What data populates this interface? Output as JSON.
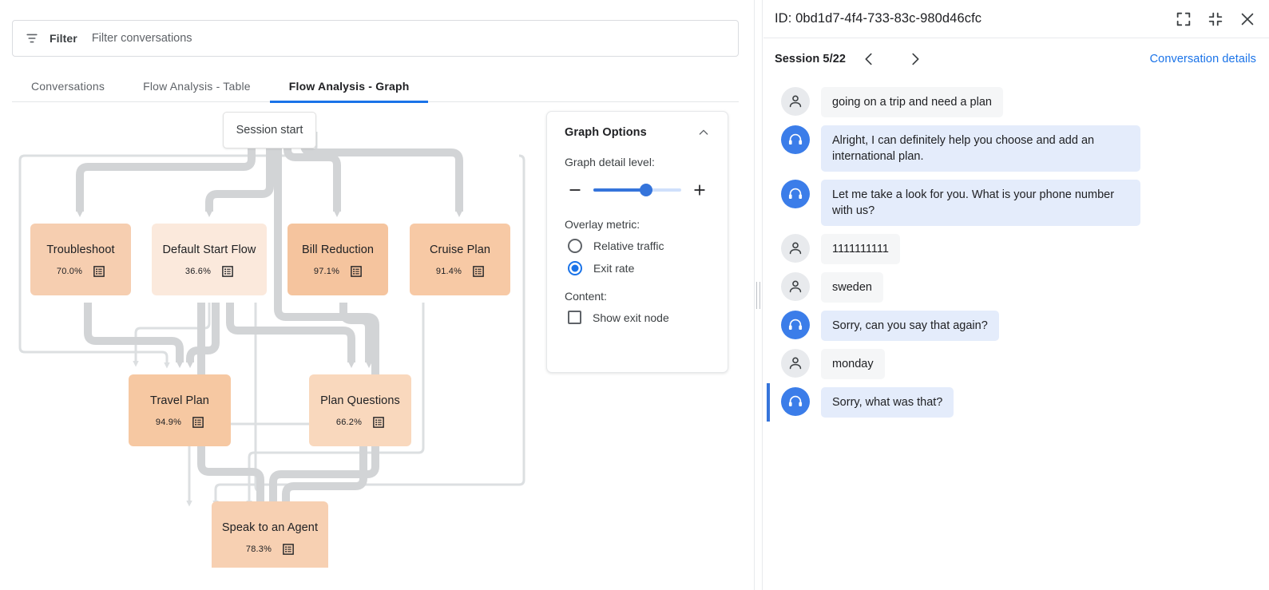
{
  "filter": {
    "icon": "filter-icon",
    "label": "Filter",
    "placeholder": "Filter conversations",
    "value": ""
  },
  "tabs": [
    {
      "label": "Conversations",
      "active": false
    },
    {
      "label": "Flow Analysis - Table",
      "active": false
    },
    {
      "label": "Flow Analysis - Graph",
      "active": true
    }
  ],
  "graph": {
    "session_start_label": "Session start",
    "detail_icon": "list-detail-icon",
    "nodes": [
      {
        "id": "troubleshoot",
        "label": "Troubleshoot",
        "pct": "70.0%",
        "color": "#f6ceb0"
      },
      {
        "id": "default_start",
        "label": "Default Start Flow",
        "pct": "36.6%",
        "color": "#fbe9dc"
      },
      {
        "id": "bill_reduction",
        "label": "Bill Reduction",
        "pct": "97.1%",
        "color": "#f5c49e"
      },
      {
        "id": "cruise_plan",
        "label": "Cruise Plan",
        "pct": "91.4%",
        "color": "#f7c9a5"
      },
      {
        "id": "travel_plan",
        "label": "Travel Plan",
        "pct": "94.9%",
        "color": "#f6c8a2"
      },
      {
        "id": "plan_questions",
        "label": "Plan Questions",
        "pct": "66.2%",
        "color": "#f9d8bd"
      },
      {
        "id": "speak_agent",
        "label": "Speak to an Agent",
        "pct": "78.3%",
        "color": "#f7d0b2"
      }
    ]
  },
  "chart_data": {
    "type": "flow-graph",
    "title": "Flow Analysis - Graph",
    "metric": "Exit rate",
    "categories": [
      "Troubleshoot",
      "Default Start Flow",
      "Bill Reduction",
      "Cruise Plan",
      "Travel Plan",
      "Plan Questions",
      "Speak to an Agent"
    ],
    "values": [
      70.0,
      36.6,
      97.1,
      91.4,
      94.9,
      66.2,
      78.3
    ],
    "unit": "%",
    "root": "Session start",
    "edges": [
      {
        "from": "Session start",
        "to": "Troubleshoot"
      },
      {
        "from": "Session start",
        "to": "Default Start Flow"
      },
      {
        "from": "Session start",
        "to": "Bill Reduction"
      },
      {
        "from": "Session start",
        "to": "Cruise Plan"
      },
      {
        "from": "Session start",
        "to": "Travel Plan"
      },
      {
        "from": "Session start",
        "to": "Plan Questions"
      },
      {
        "from": "Session start",
        "to": "Speak to an Agent"
      },
      {
        "from": "Troubleshoot",
        "to": "Travel Plan"
      },
      {
        "from": "Troubleshoot",
        "to": "Speak to an Agent"
      },
      {
        "from": "Default Start Flow",
        "to": "Travel Plan"
      },
      {
        "from": "Default Start Flow",
        "to": "Plan Questions"
      },
      {
        "from": "Default Start Flow",
        "to": "Speak to an Agent"
      },
      {
        "from": "Bill Reduction",
        "to": "Plan Questions"
      },
      {
        "from": "Cruise Plan",
        "to": "Speak to an Agent"
      },
      {
        "from": "Plan Questions",
        "to": "Speak to an Agent"
      }
    ]
  },
  "graph_options": {
    "title": "Graph Options",
    "collapse_icon": "chevron-up-icon",
    "detail_level_label": "Graph detail level:",
    "decrease_icon": "minus-icon",
    "increase_icon": "plus-icon",
    "slider_value": 60,
    "overlay_metric_label": "Overlay metric:",
    "overlay_options": [
      {
        "label": "Relative traffic",
        "selected": false
      },
      {
        "label": "Exit rate",
        "selected": true
      }
    ],
    "content_label": "Content:",
    "content_options": [
      {
        "label": "Show exit node",
        "checked": false
      }
    ]
  },
  "right_panel": {
    "id_text": "ID: 0bd1d7-4f4-733-83c-980d46cfc",
    "expand_icon": "expand-icon",
    "collapse_icon": "collapse-icon",
    "close_icon": "close-icon",
    "session_label": "Session 5/22",
    "prev_icon": "chevron-left-icon",
    "next_icon": "chevron-right-icon",
    "conversation_details_label": "Conversation details",
    "messages": [
      {
        "role": "user",
        "text": "going on a trip and need a plan",
        "highlight": false
      },
      {
        "role": "agent",
        "text": "Alright, I can definitely help you choose and add an international plan.",
        "highlight": false
      },
      {
        "role": "agent",
        "text": "Let me take a look for you. What is your phone number with us?",
        "highlight": false
      },
      {
        "role": "user",
        "text": "1111111111",
        "highlight": false
      },
      {
        "role": "user",
        "text": "sweden",
        "highlight": false
      },
      {
        "role": "agent",
        "text": "Sorry, can you say that again?",
        "highlight": false
      },
      {
        "role": "user",
        "text": "monday",
        "highlight": false
      },
      {
        "role": "agent",
        "text": "Sorry, what was that?",
        "highlight": true
      }
    ]
  },
  "colors": {
    "accent": "#1a73e8",
    "edge": "#d2d4d6",
    "edge_thin": "#dcdfe1"
  }
}
